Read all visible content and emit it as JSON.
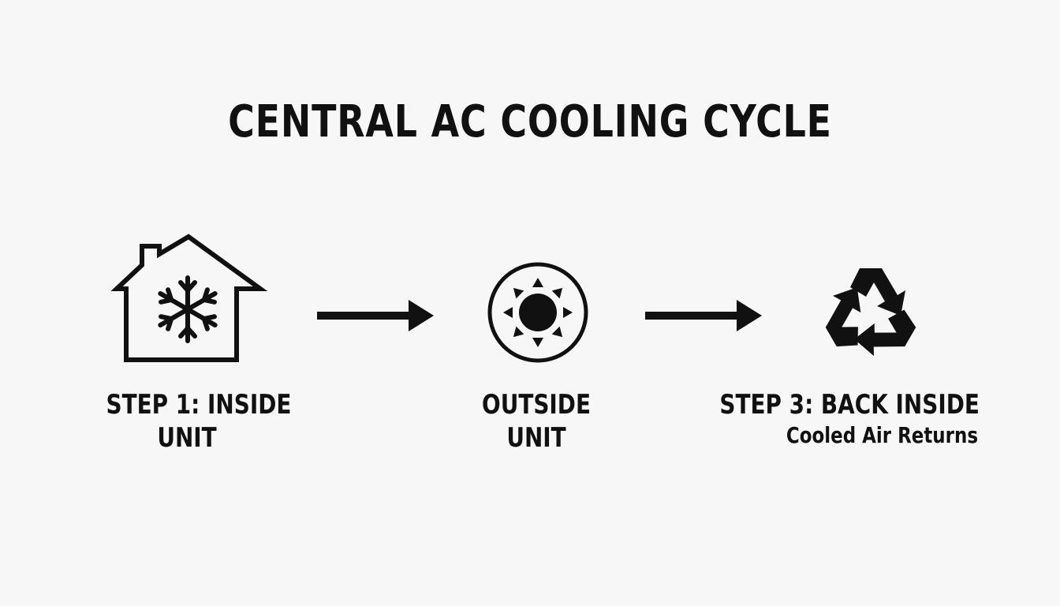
{
  "title": "CENTRAL AC COOLING CYCLE",
  "steps": [
    {
      "icon": "house-snowflake-icon",
      "label_line1": "STEP 1: INSIDE",
      "label_line2": "UNIT"
    },
    {
      "icon": "sun-circle-icon",
      "label_line1": "OUTSIDE",
      "label_line2": "UNIT"
    },
    {
      "icon": "recycle-arrows-icon",
      "label_line1": "STEP 3: BACK INSIDE",
      "sublabel": "Cooled Air Returns"
    }
  ],
  "colors": {
    "background": "#f7f7f7",
    "ink": "#111111"
  }
}
